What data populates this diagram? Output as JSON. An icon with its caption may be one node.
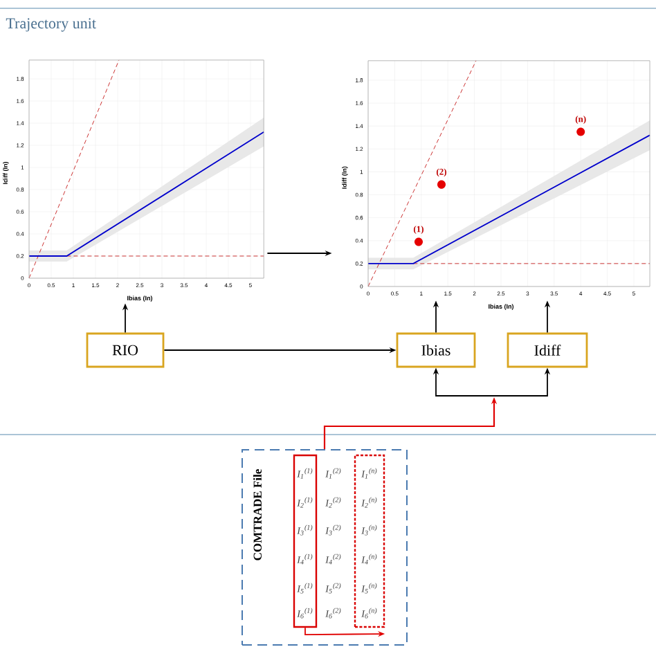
{
  "diagram": {
    "title": "Trajectory unit",
    "nodes": [
      {
        "text": [],
        "shape": "chart"
      },
      {
        "text": [],
        "shape": "chart"
      },
      {
        "text": [
          "RIO"
        ]
      },
      {
        "text": [
          "Ibias"
        ]
      },
      {
        "text": [
          "Idiff"
        ]
      },
      {
        "text": [
          "COMTRADE File"
        ]
      },
      {
        "text": [
          "I$_{1}$$^{(1)}$",
          "I$_{2}$$^{(1)}$",
          "I$_{3}$$^{(1)}$",
          "I$_{4}$$^{(1)}$",
          "I$_{5}$$^{(1)}$",
          "I$_{6}$$^{(1)}$"
        ],
        "in": 5
      },
      {
        "text": [
          "I$_{1}$$^{(n)}$",
          "I$_{2}$$^{(n)}$",
          "I$_{3}$$^{(n)}$",
          "I$_{4}$$^{(n)}$",
          "I$_{5}$$^{(n)}$",
          "I$_{6}$$^{(n)}$"
        ],
        "in": 5
      }
    ],
    "edges": [
      {
        "from": 2,
        "to": 0,
        "arrow": "to"
      },
      {
        "from": 0,
        "to": 1,
        "arrow": "to"
      },
      {
        "from": 2,
        "to": 3,
        "arrow": "to"
      },
      {
        "from": 3,
        "to": 1,
        "arrow": "to"
      },
      {
        "from": 4,
        "to": 1,
        "arrow": "to"
      },
      {
        "from": 5,
        "to": 3,
        "arrow": "to",
        "color": "#e00000"
      },
      {
        "from": 5,
        "to": 4,
        "arrow": "to",
        "color": "#e00000"
      },
      {
        "from": 6,
        "to": 7,
        "arrow": "to",
        "color": "#e00000"
      }
    ],
    "labels": [
      "0",
      "0.2",
      "0.4",
      "0.6",
      "0.8",
      "1",
      "1.2",
      "1.4",
      "1.6",
      "1.8",
      "0",
      "0.5",
      "1",
      "1.5",
      "2",
      "2.5",
      "3",
      "3.5",
      "4",
      "4.5",
      "5",
      "Ibias (In)",
      "Idiff (In)",
      "0",
      "0.2",
      "0.4",
      "0.6",
      "0.8",
      "1",
      "1.2",
      "1.4",
      "1.6",
      "1.8",
      "0",
      "0.5",
      "1",
      "1.5",
      "2",
      "2.5",
      "3",
      "3.5",
      "4",
      "4.5",
      "5",
      "Ibias (In)",
      "Idiff (In)",
      "(1)",
      "(2)",
      "(n)",
      "I$_{1}$$^{(2)}$",
      "I$_{2}$$^{(2)}$",
      "I$_{3}$$^{(2)}$",
      "I$_{4}$$^{(2)}$",
      "I$_{5}$$^{(2)}$",
      "I$_{6}$$^{(2)}$"
    ]
  }
}
